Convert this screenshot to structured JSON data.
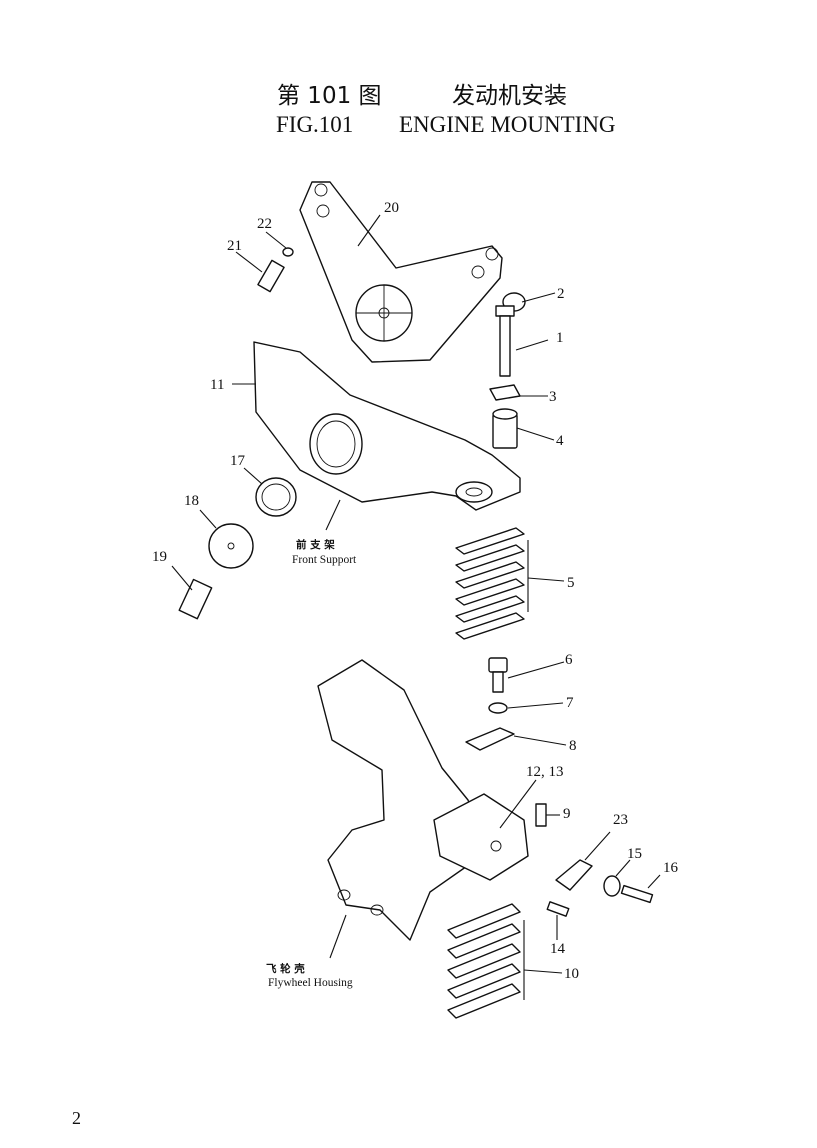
{
  "header": {
    "fig_cn": "第 101 图",
    "title_cn": "发动机安装",
    "fig_en": "FIG.101",
    "title_en": "ENGINE MOUNTING"
  },
  "callouts": [
    "1",
    "2",
    "3",
    "4",
    "5",
    "6",
    "7",
    "8",
    "9",
    "10",
    "11",
    "12, 13",
    "14",
    "15",
    "16",
    "17",
    "18",
    "19",
    "20",
    "21",
    "22",
    "23"
  ],
  "labels": {
    "front_support_cn": "前 支 架",
    "front_support_en": "Front Support",
    "flywheel_housing_cn": "飞 轮 壳",
    "flywheel_housing_en": "Flywheel Housing"
  },
  "page_number": "2"
}
